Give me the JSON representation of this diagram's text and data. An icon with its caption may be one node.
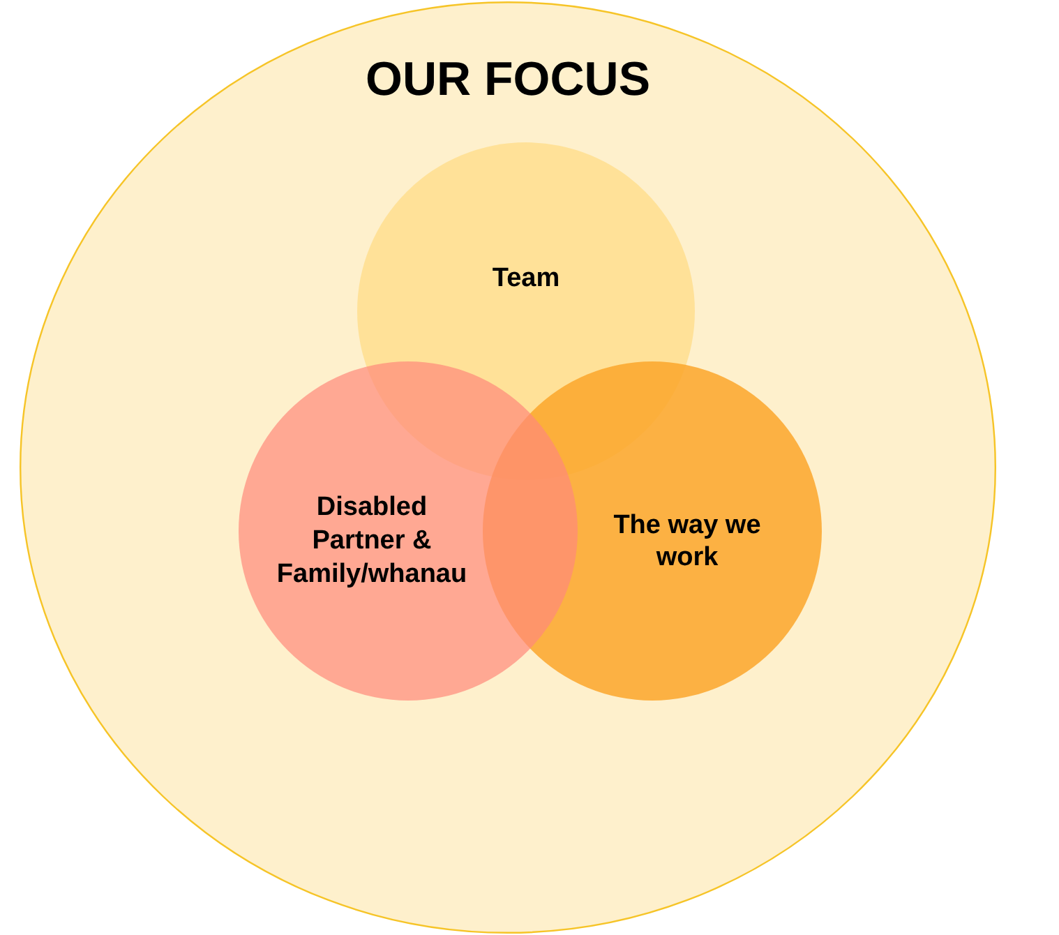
{
  "diagram": {
    "nodes": [
      {
        "text": [
          "OUR FOCUS"
        ]
      },
      {
        "text": [
          "Team"
        ],
        "in": 0
      },
      {
        "text": [
          "Disabled Partner & Family/whanau"
        ],
        "in": 0
      },
      {
        "text": [
          "The way we work"
        ],
        "in": 0
      }
    ]
  }
}
